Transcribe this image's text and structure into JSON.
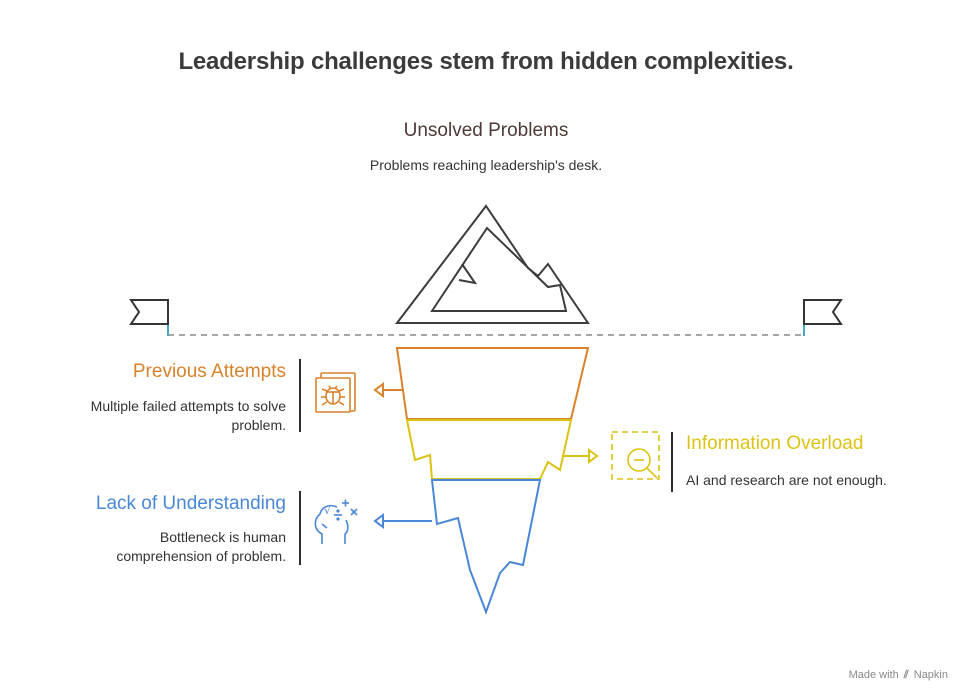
{
  "title": "Leadership challenges stem from hidden complexities.",
  "top": {
    "heading": "Unsolved Problems",
    "description": "Problems reaching leadership's desk."
  },
  "items": [
    {
      "heading": "Previous Attempts",
      "description": "Multiple failed attempts to solve problem.",
      "color": "#d9822b",
      "icon": "bug-icon"
    },
    {
      "heading": "Information Overload",
      "description": "AI and research are not enough.",
      "color": "#dcc214",
      "icon": "magnifier-icon"
    },
    {
      "heading": "Lack of Understanding",
      "description": "Bottleneck is human comprehension of problem.",
      "color": "#4a87d6",
      "icon": "head-math-icon"
    }
  ],
  "footer": {
    "made_with": "Made with",
    "brand": "Napkin"
  },
  "colors": {
    "mountain": "#3c3c3c",
    "waterline": "#888888",
    "flag_pole": "#4aa3c8",
    "text_dark": "#333333"
  }
}
